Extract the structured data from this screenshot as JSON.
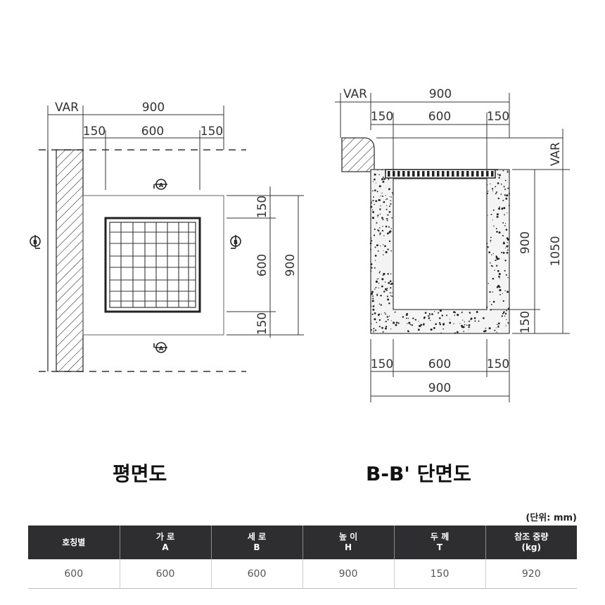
{
  "plan": {
    "dims_top": {
      "var": "VAR",
      "total": "900",
      "left": "150",
      "middle": "600",
      "right": "150"
    },
    "dims_right": {
      "top": "150",
      "middle": "600",
      "bottom": "150",
      "total": "900"
    },
    "section_markers": {
      "a_top": "A",
      "a_bottom": "A",
      "b_left": "B",
      "b_right": "B"
    },
    "caption": "평면도"
  },
  "section": {
    "dims_top": {
      "var": "VAR",
      "total": "900",
      "left": "150",
      "middle": "600",
      "right": "150"
    },
    "dims_right": {
      "var": "VAR",
      "inner": "900",
      "bottom": "150",
      "total": "1050"
    },
    "dims_bottom": {
      "left": "150",
      "middle": "600",
      "right": "150",
      "total": "900"
    },
    "caption": "B-B' 단면도"
  },
  "unit_note": "(단위: mm)",
  "table": {
    "headers": [
      {
        "line1": "호칭별",
        "line2": ""
      },
      {
        "line1": "가 로",
        "line2": "A"
      },
      {
        "line1": "세 로",
        "line2": "B"
      },
      {
        "line1": "높 이",
        "line2": "H"
      },
      {
        "line1": "두 께",
        "line2": "T"
      },
      {
        "line1": "참조 중량",
        "line2": "(kg)"
      }
    ],
    "rows": [
      [
        "600",
        "600",
        "600",
        "900",
        "150",
        "920"
      ]
    ]
  }
}
